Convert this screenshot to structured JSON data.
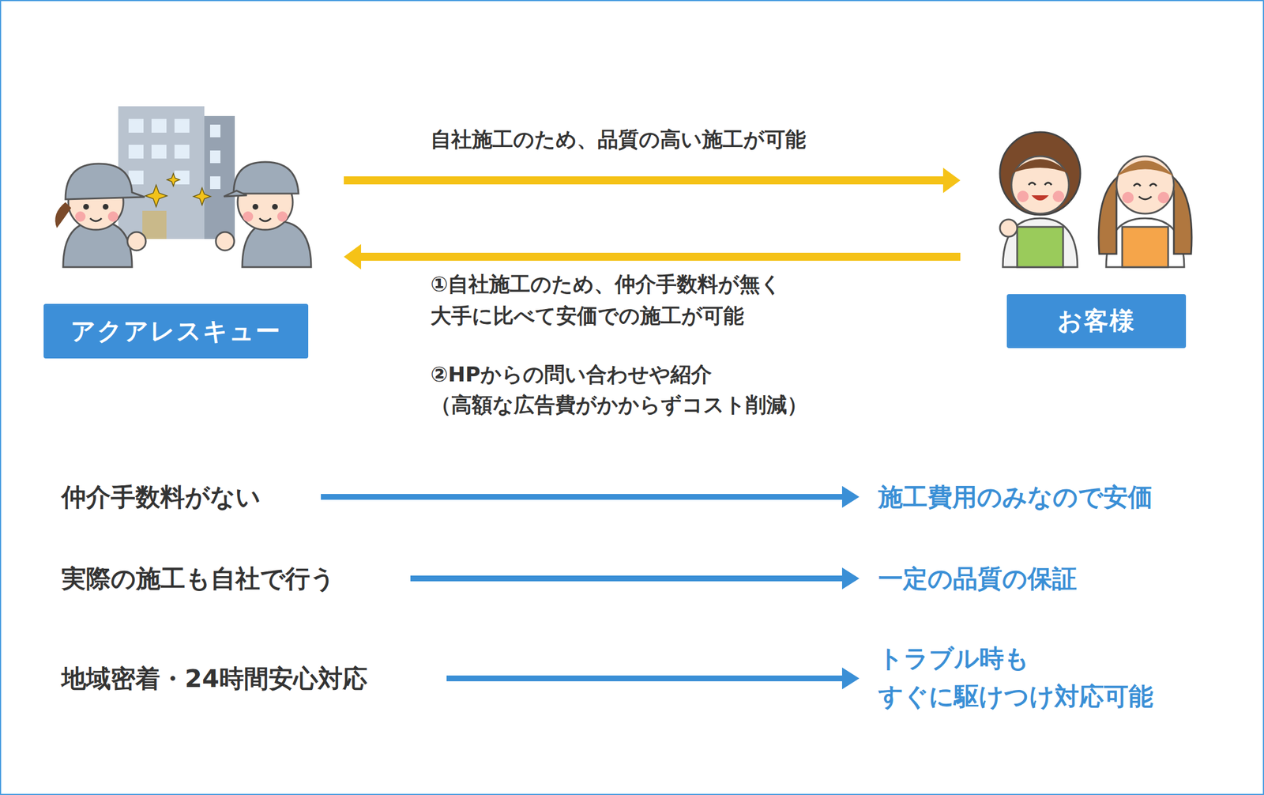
{
  "diagram": {
    "nodes": [
      {
        "text": [
          "アクアレスキュー"
        ]
      },
      {
        "text": [
          "お客様"
        ]
      }
    ],
    "edges": [
      {
        "from": 0,
        "to": 1,
        "arrow": "to",
        "label": "自社施工のため、品質の高い施工が可能"
      },
      {
        "from": 1,
        "to": 0,
        "arrow": "to",
        "label": "①自社施工のため、仲介手数料が無く 大手に比べて安価での施工が可能"
      }
    ],
    "labels": [
      "②HPからの問い合わせや紹介 （高額な広告費がかからずコスト削減）",
      "仲介手数料がない",
      "施工費用のみなので安価",
      "実際の施工も自社で行う",
      "一定の品質の保証",
      "地域密着・24時間安心対応",
      "トラブル時も すぐに駆けつけ対応可能"
    ]
  }
}
